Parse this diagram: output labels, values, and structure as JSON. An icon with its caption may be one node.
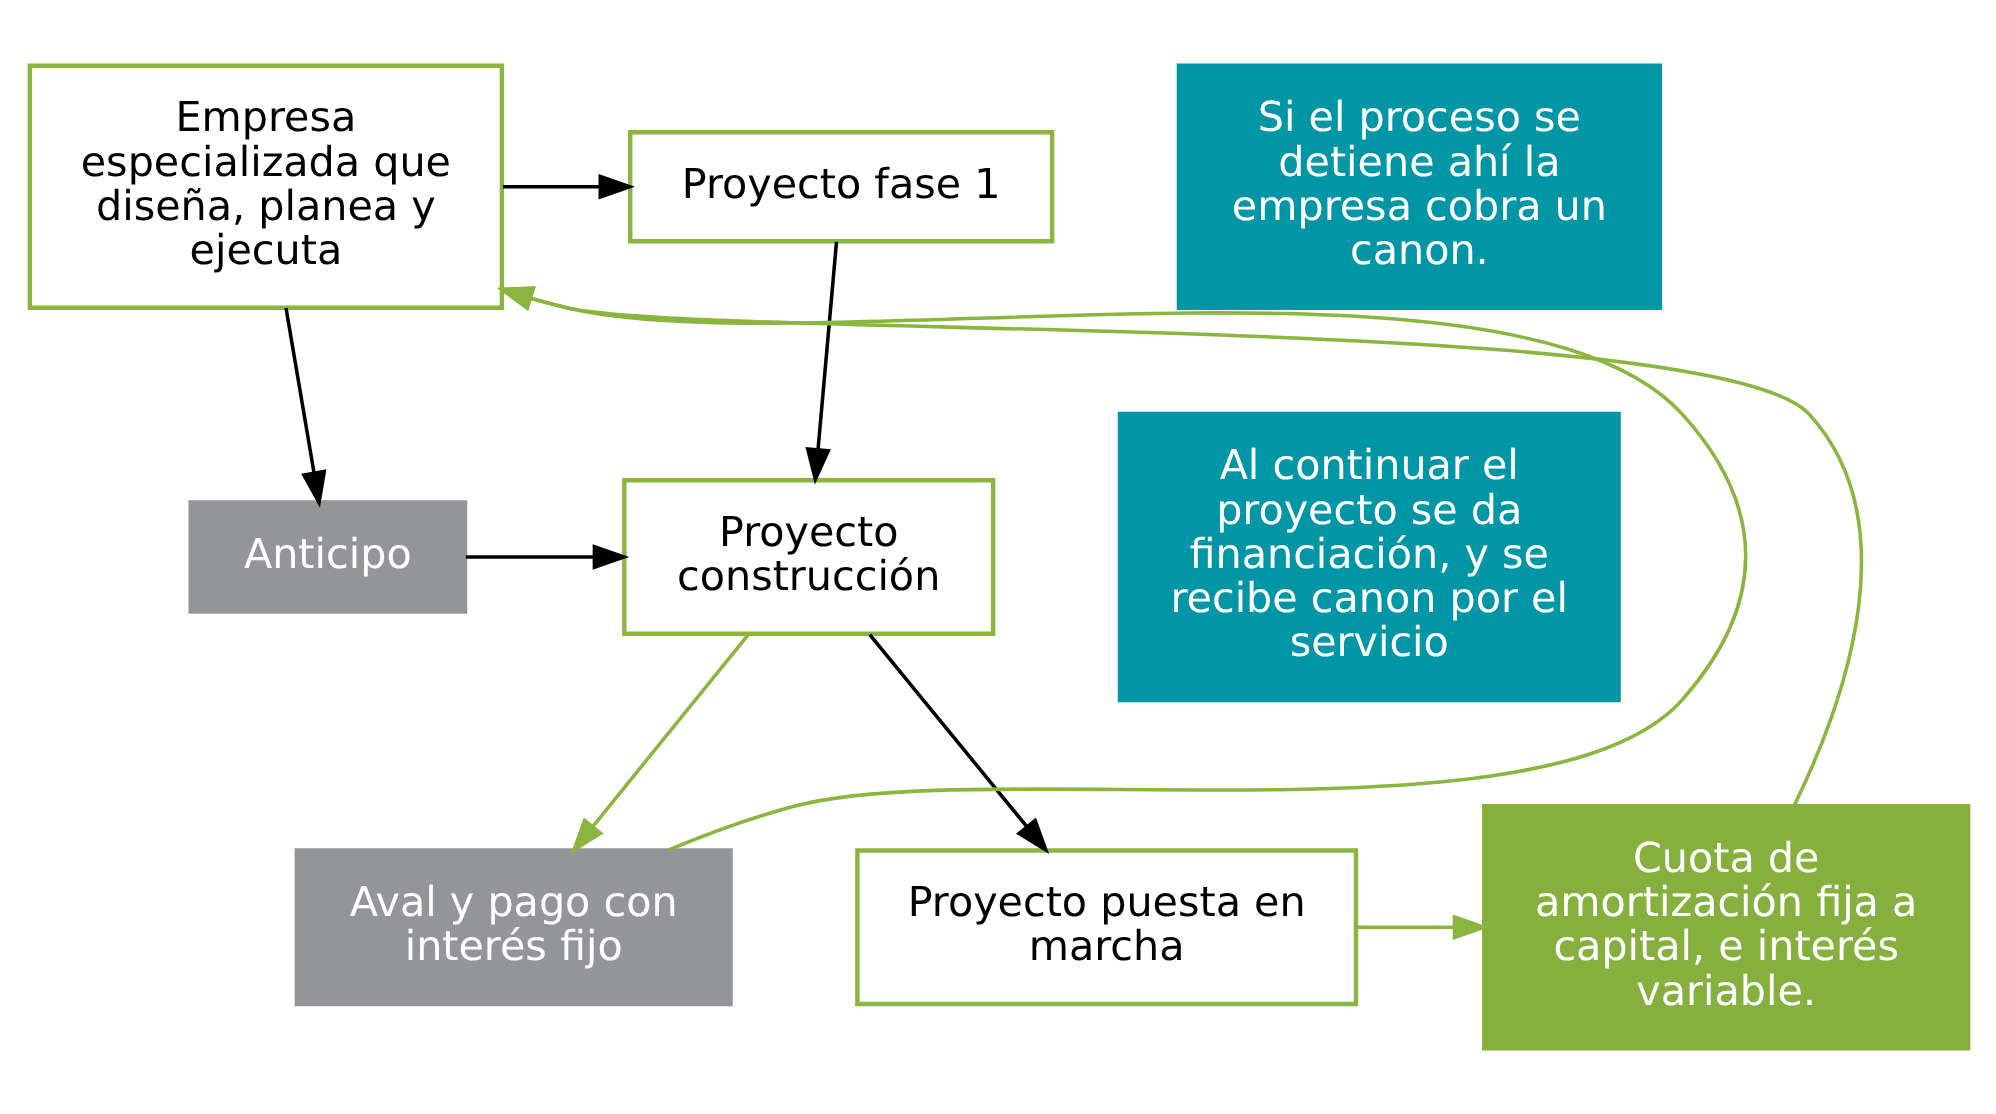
{
  "diagram": {
    "nodes": [
      {
        "text": [
          "Empresa especializada que diseña, planea y ejecuta"
        ]
      },
      {
        "text": [
          "Proyecto fase 1"
        ]
      },
      {
        "text": [
          "Si el proceso se detiene ahí la empresa cobra un canon."
        ]
      },
      {
        "text": [
          "Anticipo"
        ]
      },
      {
        "text": [
          "Proyecto construcción"
        ]
      },
      {
        "text": [
          "Al continuar el proyecto se da financiación, y se recibe canon por el servicio"
        ]
      },
      {
        "text": [
          "Aval y pago con interés fijo"
        ]
      },
      {
        "text": [
          "Cuota de amortización fija a capital, e interés variable."
        ]
      },
      {
        "text": [
          "Proyecto puesta en marcha"
        ]
      }
    ],
    "edges": [
      {
        "from": 0,
        "to": 1,
        "arrow": "to"
      },
      {
        "from": 1,
        "to": 4,
        "arrow": "to"
      },
      {
        "from": 0,
        "to": 3,
        "arrow": "to"
      },
      {
        "from": 3,
        "to": 4,
        "arrow": "to"
      },
      {
        "from": 4,
        "to": 6,
        "arrow": "to",
        "color": "#8ab53f"
      },
      {
        "from": 6,
        "to": 0,
        "arrow": "to",
        "color": "#8ab53f"
      },
      {
        "from": 4,
        "to": 8,
        "arrow": "to"
      },
      {
        "from": 8,
        "to": 7,
        "arrow": "to",
        "color": "#8ab53f"
      },
      {
        "from": 7,
        "to": 0,
        "arrow": "to",
        "color": "#8ab53f"
      }
    ]
  }
}
